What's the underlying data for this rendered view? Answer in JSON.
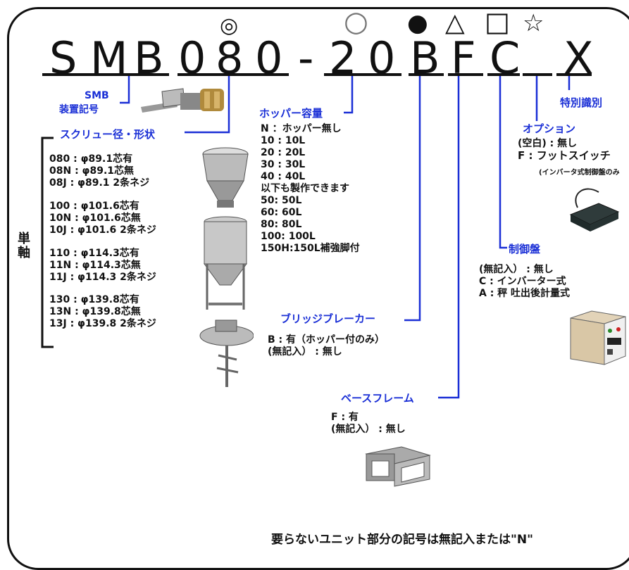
{
  "code": {
    "chars": [
      "S",
      "M",
      "B",
      "0",
      "8",
      "0",
      "-",
      "2",
      "0",
      "B",
      "F",
      "C",
      "X"
    ],
    "symbols": [
      "◎",
      "○",
      "●",
      "△",
      "□",
      "☆"
    ]
  },
  "labels": {
    "smb_code": "SMB",
    "device_symbol": "装置記号",
    "screw": "スクリュー径・形状",
    "hopper": "ホッパー容量",
    "bridge": "ブリッジブレーカー",
    "base": "ベースフレーム",
    "control": "制御盤",
    "option": "オプション",
    "special": "特別識別",
    "single_axis": "単軸"
  },
  "screw_groups": [
    [
      "080 : φ89.1芯有",
      "08N : φ89.1芯無",
      "08J : φ89.1 2条ネジ"
    ],
    [
      "100 : φ101.6芯有",
      "10N : φ101.6芯無",
      "10J : φ101.6 2条ネジ"
    ],
    [
      "110 : φ114.3芯有",
      "11N : φ114.3芯無",
      "11J : φ114.3 2条ネジ"
    ],
    [
      "130 : φ139.8芯有",
      "13N : φ139.8芯無",
      "13J : φ139.8 2条ネジ"
    ]
  ],
  "hopper_items": [
    "N ：ホッパー無し",
    "10 : 10L",
    "20 : 20L",
    "30 : 30L",
    "40 : 40L",
    "以下も製作できます",
    "50: 50L",
    "60: 60L",
    "80: 80L",
    "100: 100L",
    "150H:150L補強脚付"
  ],
  "bridge_items": [
    "B : 有（ホッパー付のみ）",
    "(無記入） : 無し"
  ],
  "base_items": [
    "F : 有",
    "(無記入） : 無し"
  ],
  "control_items": [
    "(無記入） : 無し",
    "C : インバーター式",
    "A : 秤 吐出後計量式"
  ],
  "option_items": [
    "(空白) : 無し",
    "F : フットスイッチ"
  ],
  "option_note": "(インバータ式制御盤のみ",
  "footer": "要らないユニット部分の記号は無記入または\"N\""
}
